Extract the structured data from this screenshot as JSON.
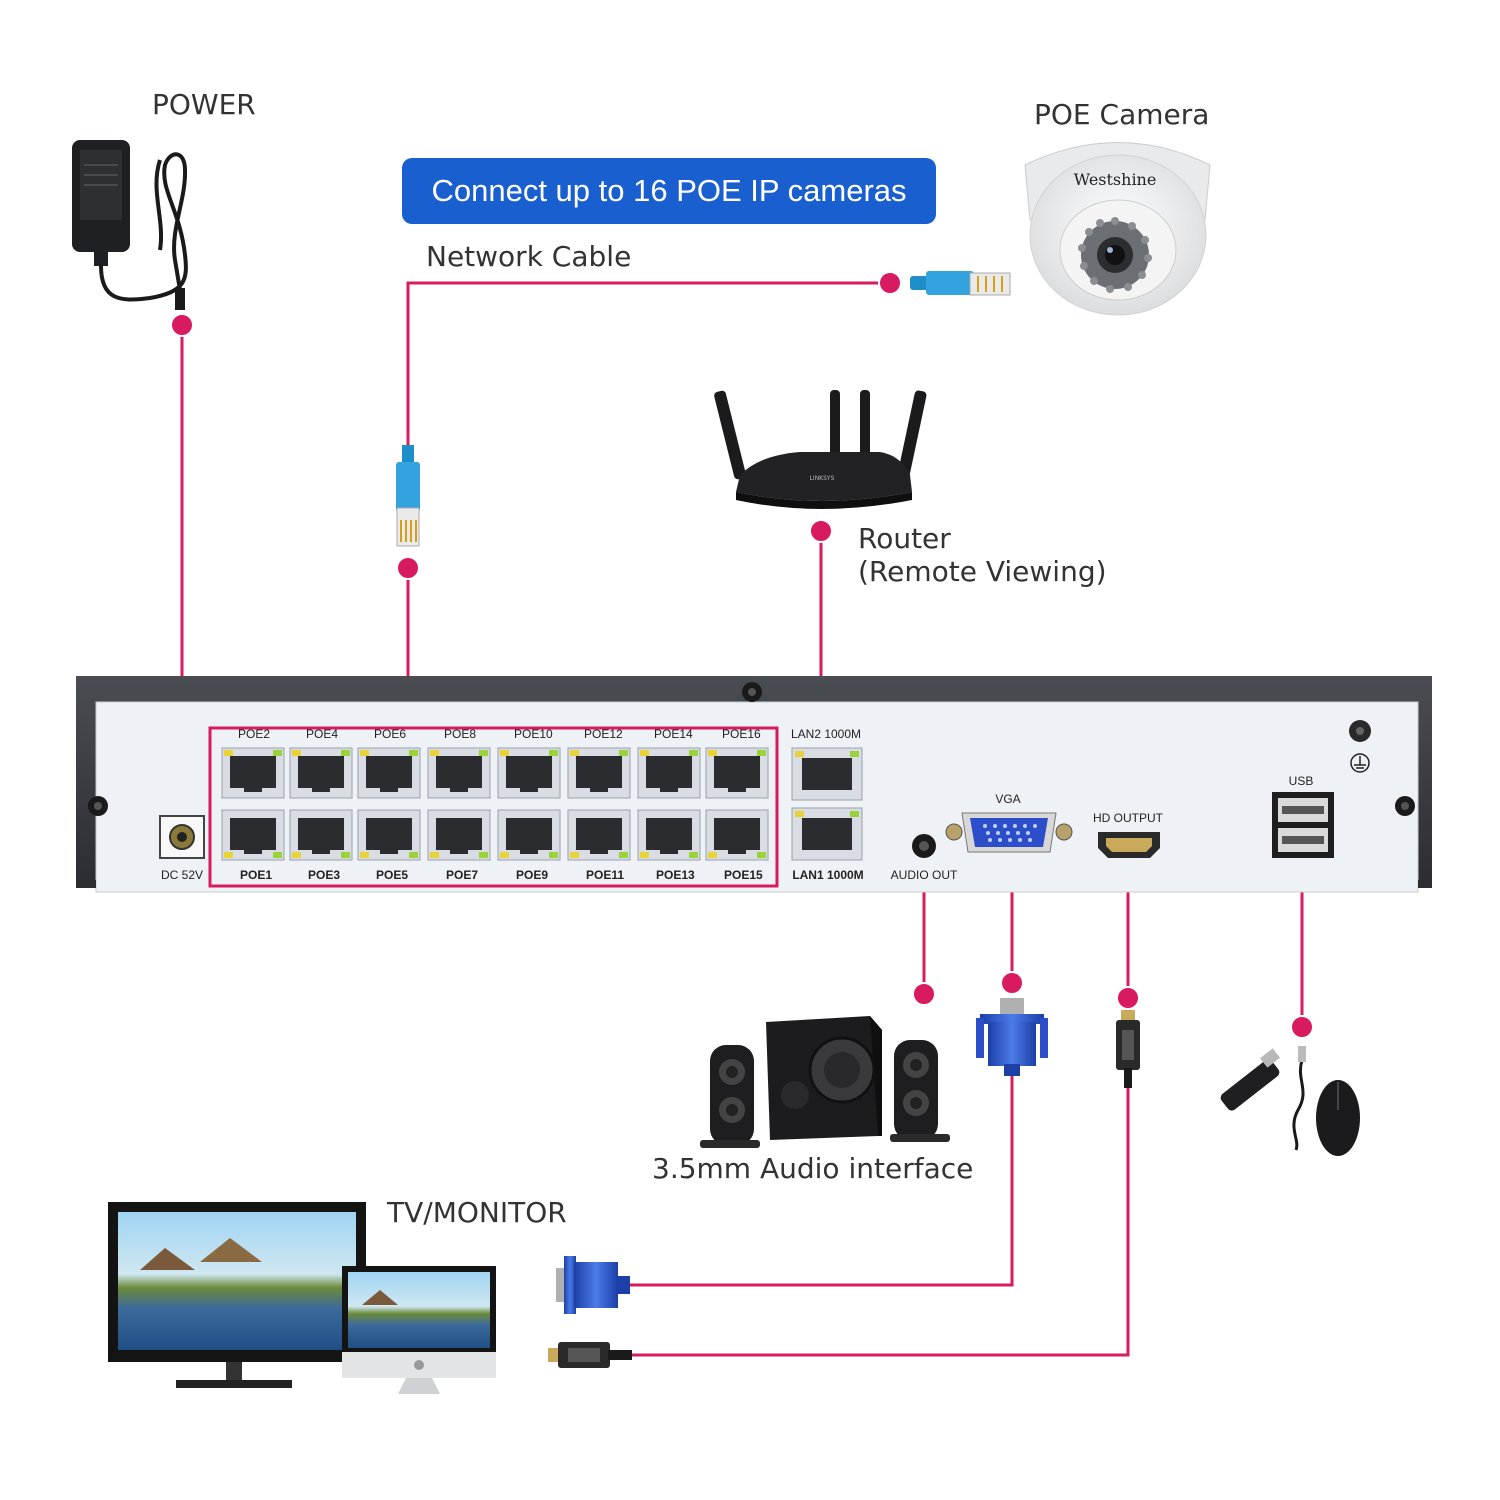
{
  "labels": {
    "power": "POWER",
    "poe_camera": "POE Camera",
    "banner": "Connect up to 16 POE IP cameras",
    "network_cable": "Network Cable",
    "router_line1": "Router",
    "router_line2": "(Remote Viewing)",
    "audio_interface": "3.5mm Audio interface",
    "tv_monitor": "TV/MONITOR"
  },
  "camera_brand": "Westshine",
  "router_brand": "LINKSYS",
  "nvr_panel": {
    "dc_label": "DC 52V",
    "poe_top": [
      "POE2",
      "POE4",
      "POE6",
      "POE8",
      "POE10",
      "POE12",
      "POE14",
      "POE16"
    ],
    "poe_bottom": [
      "POE1",
      "POE3",
      "POE5",
      "POE7",
      "POE9",
      "POE11",
      "POE13",
      "POE15"
    ],
    "lan2": "LAN2 1000M",
    "lan1": "LAN1 1000M",
    "audio_out": "AUDIO OUT",
    "vga": "VGA",
    "hd_output": "HD OUTPUT",
    "usb": "USB",
    "ground_symbol": "⏚"
  },
  "colors": {
    "cable": "#d81b60",
    "banner": "#1a5fd0",
    "panel_frame": "#3c3f44",
    "panel_face": "#eef1f6",
    "led_green": "#9ad23a",
    "led_yellow": "#e8d23a"
  }
}
